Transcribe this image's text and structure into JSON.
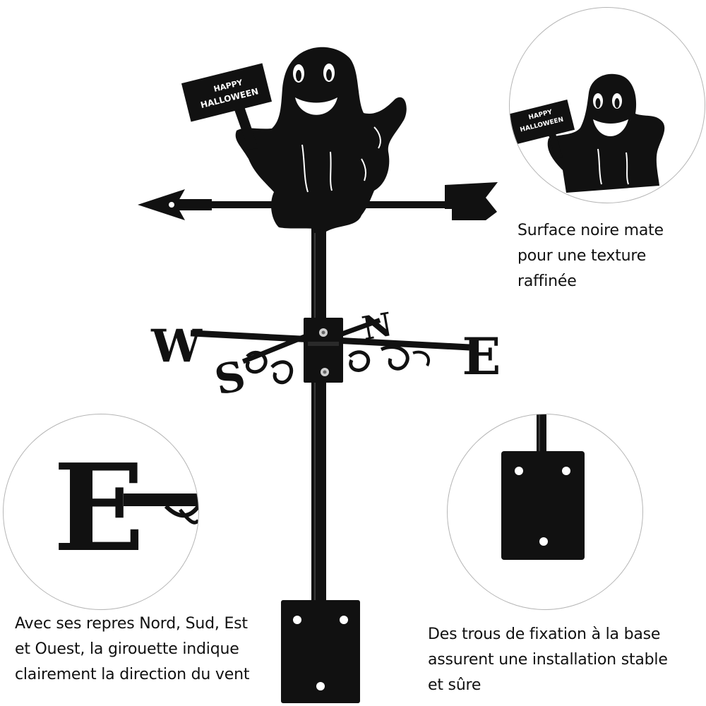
{
  "product": {
    "sign_line_1": "HAPPY",
    "sign_line_2": "HALLOWEEN",
    "compass": {
      "west": "W",
      "east": "E",
      "north": "N",
      "south": "S"
    },
    "metal_color": "#111111",
    "background_color": "#ffffff"
  },
  "details": {
    "texture": {
      "lines": [
        "Surface noire mate",
        "pour une texture",
        "raffinée"
      ],
      "zoom_sign_line_1": "HAPPY",
      "zoom_sign_line_2": "HALLOWEEN"
    },
    "directions": {
      "lines": [
        "Avec ses repres Nord, Sud, Est",
        "et Ouest, la girouette indique",
        "clairement la direction du vent"
      ],
      "zoom_letter": "E"
    },
    "mounting": {
      "lines": [
        "Des trous de fixation à la base",
        "assurent une installation stable",
        "et sûre"
      ]
    }
  }
}
